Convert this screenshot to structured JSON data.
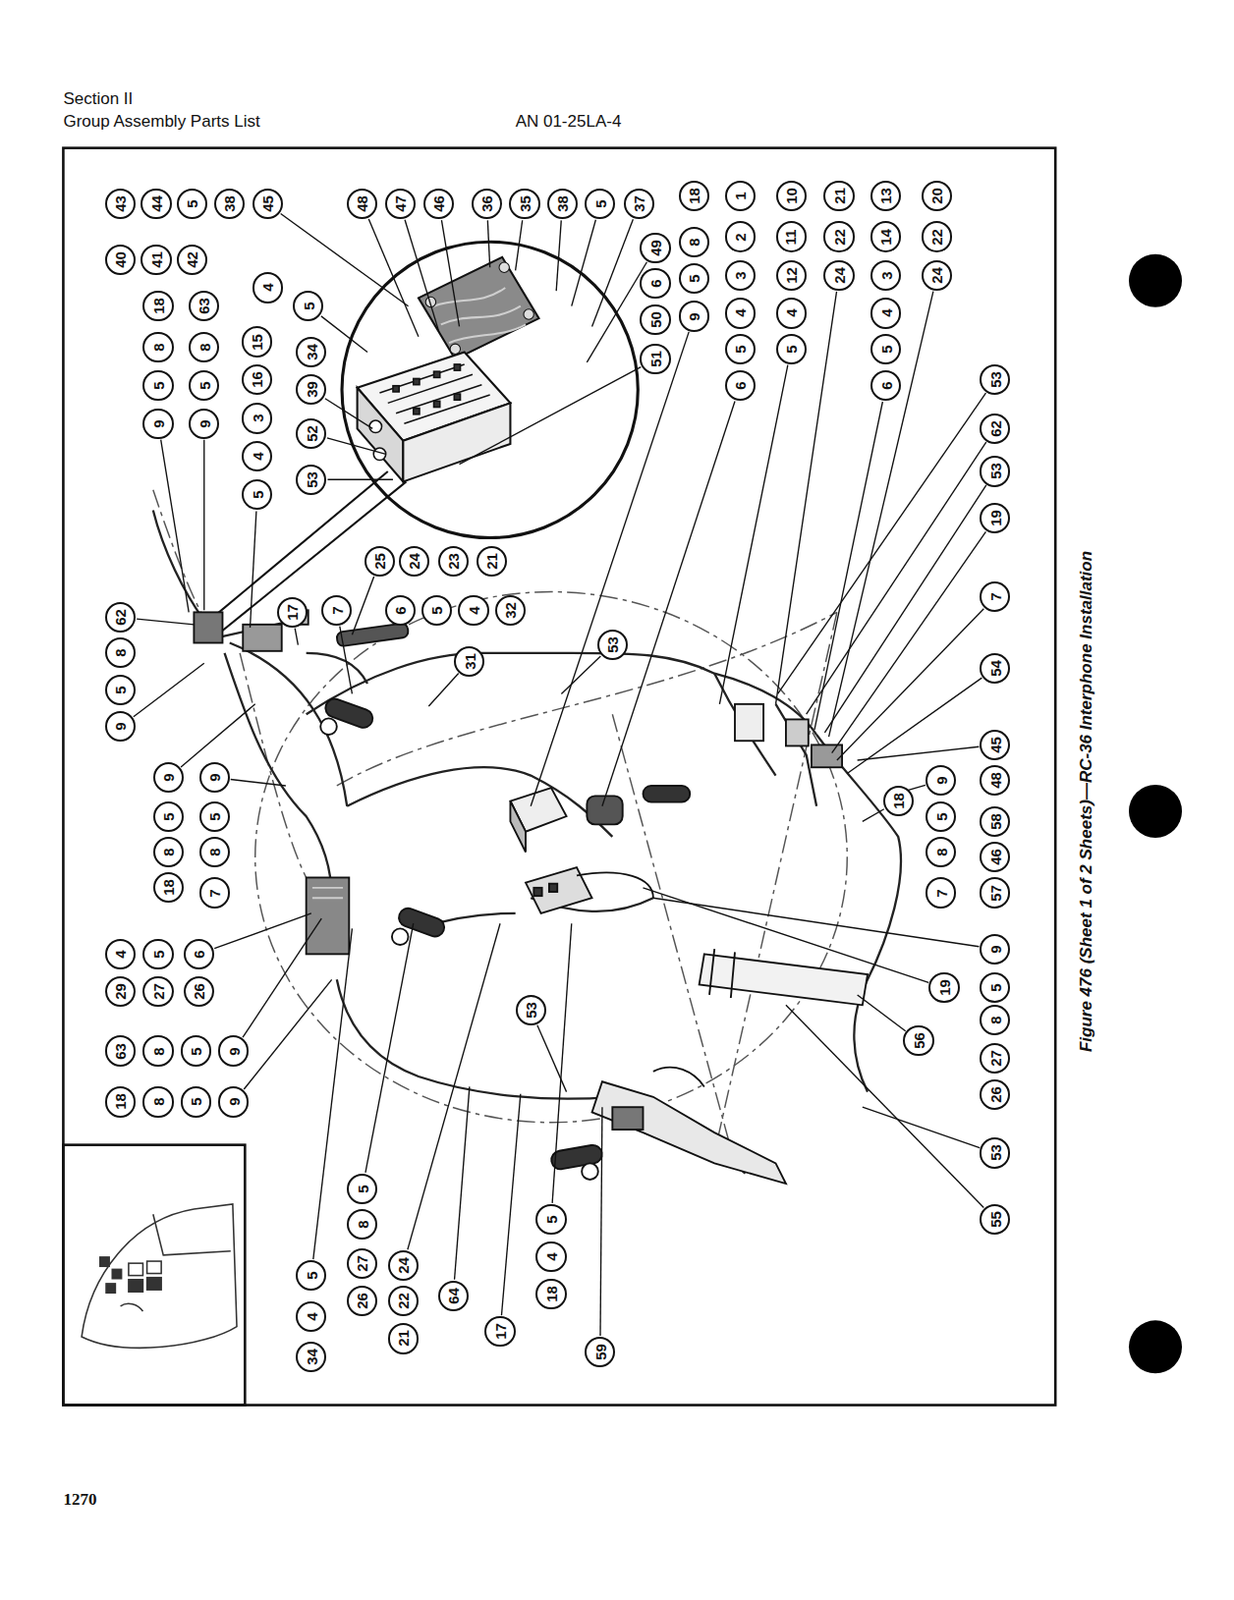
{
  "diagram": {
    "caption": "Figure 476 (Sheet 1 of 2 Sheets)—RC-36 Interphone Installation",
    "nodes": [
      {
        "text": [
          "43"
        ]
      },
      {
        "text": [
          "44"
        ]
      },
      {
        "text": [
          "5"
        ]
      },
      {
        "text": [
          "38"
        ]
      },
      {
        "text": [
          "45"
        ]
      },
      {
        "text": [
          "48"
        ]
      },
      {
        "text": [
          "47"
        ]
      },
      {
        "text": [
          "46"
        ]
      },
      {
        "text": [
          "36"
        ]
      },
      {
        "text": [
          "35"
        ]
      },
      {
        "text": [
          "38"
        ]
      },
      {
        "text": [
          "5"
        ]
      },
      {
        "text": [
          "37"
        ]
      },
      {
        "text": [
          "18"
        ]
      },
      {
        "text": [
          "1"
        ]
      },
      {
        "text": [
          "10"
        ]
      },
      {
        "text": [
          "21"
        ]
      },
      {
        "text": [
          "13"
        ]
      },
      {
        "text": [
          "20"
        ]
      },
      {
        "text": [
          "40"
        ]
      },
      {
        "text": [
          "41"
        ]
      },
      {
        "text": [
          "42"
        ]
      },
      {
        "text": [
          "8"
        ]
      },
      {
        "text": [
          "2"
        ]
      },
      {
        "text": [
          "11"
        ]
      },
      {
        "text": [
          "22"
        ]
      },
      {
        "text": [
          "14"
        ]
      },
      {
        "text": [
          "22"
        ]
      },
      {
        "text": [
          "49"
        ]
      },
      {
        "text": [
          "4"
        ]
      },
      {
        "text": [
          "5"
        ]
      },
      {
        "text": [
          "5"
        ]
      },
      {
        "text": [
          "3"
        ]
      },
      {
        "text": [
          "12"
        ]
      },
      {
        "text": [
          "24"
        ]
      },
      {
        "text": [
          "3"
        ]
      },
      {
        "text": [
          "24"
        ]
      },
      {
        "text": [
          "6"
        ]
      },
      {
        "text": [
          "18"
        ]
      },
      {
        "text": [
          "63"
        ]
      },
      {
        "text": [
          "9"
        ]
      },
      {
        "text": [
          "4"
        ]
      },
      {
        "text": [
          "4"
        ]
      },
      {
        "text": [
          "4"
        ]
      },
      {
        "text": [
          "50"
        ]
      },
      {
        "text": [
          "15"
        ]
      },
      {
        "text": [
          "34"
        ]
      },
      {
        "text": [
          "8"
        ]
      },
      {
        "text": [
          "8"
        ]
      },
      {
        "text": [
          "5"
        ]
      },
      {
        "text": [
          "5"
        ]
      },
      {
        "text": [
          "5"
        ]
      },
      {
        "text": [
          "51"
        ]
      },
      {
        "text": [
          "16"
        ]
      },
      {
        "text": [
          "39"
        ]
      },
      {
        "text": [
          "6"
        ]
      },
      {
        "text": [
          "6"
        ]
      },
      {
        "text": [
          "53"
        ]
      },
      {
        "text": [
          "5"
        ]
      },
      {
        "text": [
          "5"
        ]
      },
      {
        "text": [
          "3"
        ]
      },
      {
        "text": [
          "9"
        ]
      },
      {
        "text": [
          "9"
        ]
      },
      {
        "text": [
          "62"
        ]
      },
      {
        "text": [
          "52"
        ]
      },
      {
        "text": [
          "4"
        ]
      },
      {
        "text": [
          "53"
        ]
      },
      {
        "text": [
          "53"
        ]
      },
      {
        "text": [
          "5"
        ]
      },
      {
        "text": [
          "19"
        ]
      },
      {
        "text": [
          "25"
        ]
      },
      {
        "text": [
          "24"
        ]
      },
      {
        "text": [
          "23"
        ]
      },
      {
        "text": [
          "21"
        ]
      },
      {
        "text": [
          "7"
        ]
      },
      {
        "text": [
          "17"
        ]
      },
      {
        "text": [
          "7"
        ]
      },
      {
        "text": [
          "6"
        ]
      },
      {
        "text": [
          "5"
        ]
      },
      {
        "text": [
          "4"
        ]
      },
      {
        "text": [
          "32"
        ]
      },
      {
        "text": [
          "62"
        ]
      },
      {
        "text": [
          "53"
        ]
      },
      {
        "text": [
          "8"
        ]
      },
      {
        "text": [
          "31"
        ]
      },
      {
        "text": [
          "54"
        ]
      },
      {
        "text": [
          "5"
        ]
      },
      {
        "text": [
          "9"
        ]
      },
      {
        "text": [
          "45"
        ]
      },
      {
        "text": [
          "9"
        ]
      },
      {
        "text": [
          "9"
        ]
      },
      {
        "text": [
          "48"
        ]
      },
      {
        "text": [
          "9"
        ]
      },
      {
        "text": [
          "18"
        ]
      },
      {
        "text": [
          "5"
        ]
      },
      {
        "text": [
          "5"
        ]
      },
      {
        "text": [
          "5"
        ]
      },
      {
        "text": [
          "58"
        ]
      },
      {
        "text": [
          "8"
        ]
      },
      {
        "text": [
          "8"
        ]
      },
      {
        "text": [
          "8"
        ]
      },
      {
        "text": [
          "46"
        ]
      },
      {
        "text": [
          "18"
        ]
      },
      {
        "text": [
          "7"
        ]
      },
      {
        "text": [
          "7"
        ]
      },
      {
        "text": [
          "57"
        ]
      },
      {
        "text": [
          "9"
        ]
      },
      {
        "text": [
          "4"
        ]
      },
      {
        "text": [
          "5"
        ]
      },
      {
        "text": [
          "6"
        ]
      },
      {
        "text": [
          "19"
        ]
      },
      {
        "text": [
          "5"
        ]
      },
      {
        "text": [
          "29"
        ]
      },
      {
        "text": [
          "27"
        ]
      },
      {
        "text": [
          "26"
        ]
      },
      {
        "text": [
          "53"
        ]
      },
      {
        "text": [
          "8"
        ]
      },
      {
        "text": [
          "56"
        ]
      },
      {
        "text": [
          "63"
        ]
      },
      {
        "text": [
          "8"
        ]
      },
      {
        "text": [
          "5"
        ]
      },
      {
        "text": [
          "9"
        ]
      },
      {
        "text": [
          "27"
        ]
      },
      {
        "text": [
          "26"
        ]
      },
      {
        "text": [
          "18"
        ]
      },
      {
        "text": [
          "8"
        ]
      },
      {
        "text": [
          "5"
        ]
      },
      {
        "text": [
          "9"
        ]
      },
      {
        "text": [
          "53"
        ]
      },
      {
        "text": [
          "5"
        ]
      },
      {
        "text": [
          "5"
        ]
      },
      {
        "text": [
          "55"
        ]
      },
      {
        "text": [
          "8"
        ]
      },
      {
        "text": [
          "4"
        ]
      },
      {
        "text": [
          "27"
        ]
      },
      {
        "text": [
          "24"
        ]
      },
      {
        "text": [
          "5"
        ]
      },
      {
        "text": [
          "22"
        ]
      },
      {
        "text": [
          "26"
        ]
      },
      {
        "text": [
          "64"
        ]
      },
      {
        "text": [
          "18"
        ]
      },
      {
        "text": [
          "4"
        ]
      },
      {
        "text": [
          "17"
        ]
      },
      {
        "text": [
          "21"
        ]
      },
      {
        "text": [
          "34"
        ]
      },
      {
        "text": [
          "59"
        ]
      }
    ],
    "labels": [
      "Section II",
      "Group Assembly Parts List",
      "AN 01-25LA-4",
      "1270"
    ]
  }
}
